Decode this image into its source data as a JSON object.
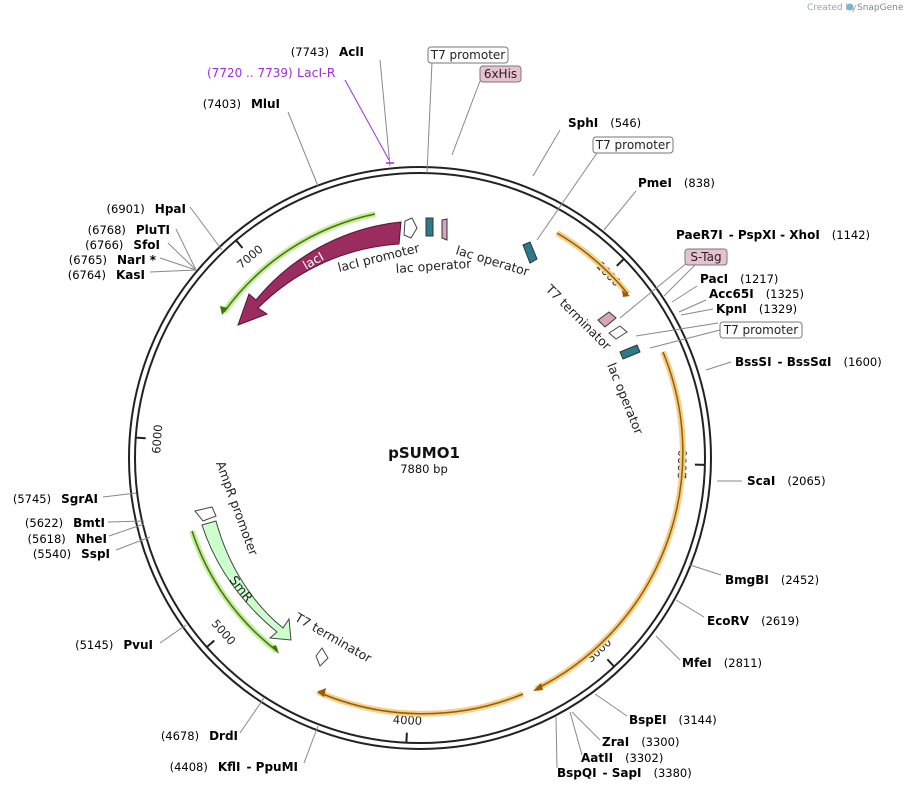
{
  "credit": {
    "prefix": "Created by",
    "brand": "SnapGene"
  },
  "plasmid": {
    "name": "pSUMO1",
    "length_label": "7880 bp",
    "length": 7880
  },
  "colors": {
    "backbone": "#222222",
    "laci": "#9b2c5f",
    "smr": "#ccffcc",
    "orange": "#f3b74a",
    "green": "#6fc43b",
    "lacop": "#2b7a8c",
    "pink_tag": "#e7c1d2",
    "lacir": "#9a2fd8"
  },
  "ticks": [
    {
      "bp": 1000,
      "label": "1000"
    },
    {
      "bp": 2000,
      "label": "2000"
    },
    {
      "bp": 3000,
      "label": "3000"
    },
    {
      "bp": 4000,
      "label": "4000"
    },
    {
      "bp": 5000,
      "label": "5000"
    },
    {
      "bp": 6000,
      "label": "6000"
    },
    {
      "bp": 7000,
      "label": "7000"
    }
  ],
  "enzymes": [
    {
      "id": "acli",
      "pos": "(7743)",
      "name": "AclI",
      "bp": 7743
    },
    {
      "id": "mlui",
      "pos": "(7403)",
      "name": "MluI",
      "bp": 7403
    },
    {
      "id": "sphi",
      "pos": "(546)",
      "name": "SphI",
      "bp": 546
    },
    {
      "id": "pmei",
      "pos": "(838)",
      "name": "PmeI",
      "bp": 838
    },
    {
      "id": "paer7i",
      "pos": "(1142)",
      "name": "PaeR7I",
      "extra": "- PspXI - XhoI",
      "bp": 1142
    },
    {
      "id": "paci",
      "pos": "(1217)",
      "name": "PacI",
      "bp": 1217
    },
    {
      "id": "acc65i",
      "pos": "(1325)",
      "name": "Acc65I",
      "bp": 1325
    },
    {
      "id": "kpni",
      "pos": "(1329)",
      "name": "KpnI",
      "bp": 1329
    },
    {
      "id": "bsssi",
      "pos": "(1600)",
      "name": "BssSI",
      "extra": "- BssSαI",
      "bp": 1600
    },
    {
      "id": "scai",
      "pos": "(2065)",
      "name": "ScaI",
      "bp": 2065
    },
    {
      "id": "bmgbi",
      "pos": "(2452)",
      "name": "BmgBI",
      "bp": 2452
    },
    {
      "id": "ecorv",
      "pos": "(2619)",
      "name": "EcoRV",
      "bp": 2619
    },
    {
      "id": "mfei",
      "pos": "(2811)",
      "name": "MfeI",
      "bp": 2811
    },
    {
      "id": "bspei",
      "pos": "(3144)",
      "name": "BspEI",
      "bp": 3144
    },
    {
      "id": "zrai",
      "pos": "(3300)",
      "name": "ZraI",
      "bp": 3300
    },
    {
      "id": "aatii",
      "pos": "(3302)",
      "name": "AatII",
      "bp": 3302
    },
    {
      "id": "bspqi",
      "pos": "(3380)",
      "name": "BspQI",
      "extra": "- SapI",
      "bp": 3380
    },
    {
      "id": "drdi",
      "pos": "(4678)",
      "name": "DrdI",
      "bp": 4678
    },
    {
      "id": "kfli",
      "pos": "(4408)",
      "name": "KflI",
      "extra": "- PpuMI",
      "bp": 4408
    },
    {
      "id": "pvui",
      "pos": "(5145)",
      "name": "PvuI",
      "bp": 5145
    },
    {
      "id": "sspi",
      "pos": "(5540)",
      "name": "SspI",
      "bp": 5540
    },
    {
      "id": "nhei",
      "pos": "(5618)",
      "name": "NheI",
      "bp": 5618
    },
    {
      "id": "bmti",
      "pos": "(5622)",
      "name": "BmtI",
      "bp": 5622
    },
    {
      "id": "sgrai",
      "pos": "(5745)",
      "name": "SgrAI",
      "bp": 5745
    },
    {
      "id": "kasi",
      "pos": "(6764)",
      "name": "KasI",
      "bp": 6764
    },
    {
      "id": "nari",
      "pos": "(6765)",
      "name": "NarI *",
      "bp": 6765
    },
    {
      "id": "sfoi",
      "pos": "(6766)",
      "name": "SfoI",
      "bp": 6766
    },
    {
      "id": "pluti",
      "pos": "(6768)",
      "name": "PluTI",
      "bp": 6768
    },
    {
      "id": "hpai",
      "pos": "(6901)",
      "name": "HpaI",
      "bp": 6901
    }
  ],
  "primer": {
    "range": "(7720 .. 7739)",
    "name": "LacI-R"
  },
  "boxed_features": [
    {
      "id": "t7prom1",
      "label": "T7 promoter"
    },
    {
      "id": "his",
      "label": "6xHis"
    },
    {
      "id": "t7prom2",
      "label": "T7 promoter"
    },
    {
      "id": "stag",
      "label": "S-Tag"
    },
    {
      "id": "t7prom3",
      "label": "T7 promoter"
    }
  ],
  "features": [
    {
      "id": "laci",
      "label": "lacI"
    },
    {
      "id": "smr",
      "label": "SmR"
    },
    {
      "id": "laci-promoter",
      "label": "lacI promoter"
    },
    {
      "id": "lac-operator-1",
      "label": "lac operator"
    },
    {
      "id": "lac-operator-2",
      "label": "lac operator"
    },
    {
      "id": "lac-operator-3",
      "label": "lac operator"
    },
    {
      "id": "t7-terminator-1",
      "label": "T7 terminator"
    },
    {
      "id": "t7-terminator-2",
      "label": "T7 terminator"
    },
    {
      "id": "ampr-promoter",
      "label": "AmpR promoter"
    }
  ]
}
